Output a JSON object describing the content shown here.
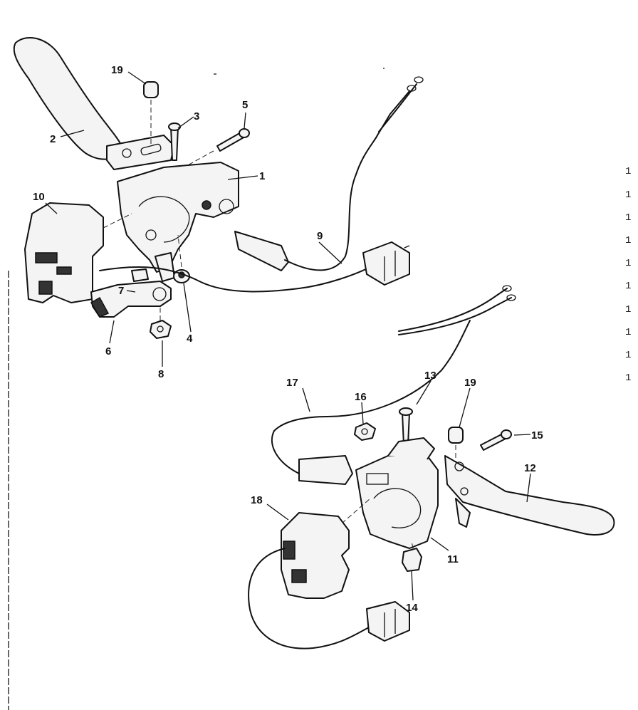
{
  "callouts": {
    "c1": "1",
    "c2": "2",
    "c3": "3",
    "c4": "4",
    "c5": "5",
    "c6": "6",
    "c7": "7",
    "c8": "8",
    "c9": "9",
    "c10": "10",
    "c11": "11",
    "c12": "12",
    "c13": "13",
    "c14": "14",
    "c15": "15",
    "c16": "16",
    "c17": "17",
    "c18": "18",
    "c19a": "19",
    "c19b": "19"
  },
  "legend_fragments": [
    "1",
    "1",
    "1",
    "1",
    "1",
    "1",
    "1",
    "1",
    "1",
    "1"
  ]
}
